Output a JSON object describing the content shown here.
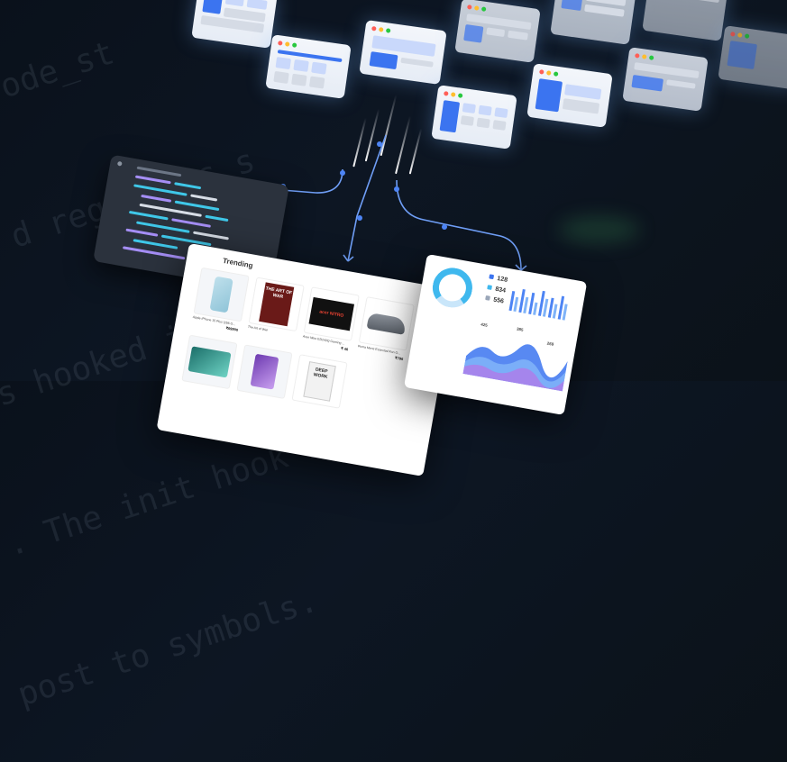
{
  "background_code": {
    "lines": [
      "ode_st",
      "d registers s",
      "s hooked into th",
      ". The init hook is",
      "post to symbols."
    ]
  },
  "trending": {
    "title": "Trending",
    "products": [
      {
        "name": "Apple iPhone 15 Plus (256 G...",
        "price": "₹69900",
        "label": ""
      },
      {
        "name": "The Art of War",
        "price": "",
        "label": "THE ART OF WAR"
      },
      {
        "name": "Acer Nitro ED240Q Gaming ...",
        "price": "₹ 46",
        "label": "acer NITRO"
      },
      {
        "name": "Puma Mens Essential Run O...",
        "price": "₹796",
        "label": ""
      }
    ],
    "bottom_label": "DEEP WORK"
  },
  "dashboard": {
    "stats": [
      {
        "value": "128",
        "color": "#3b74f0"
      },
      {
        "value": "834",
        "color": "#3fb8ee"
      },
      {
        "value": "556",
        "color": "#9aa6b8"
      }
    ],
    "chart_labels": [
      "425",
      "385",
      "269"
    ]
  },
  "colors": {
    "accent": "#3b74f0",
    "connector": "#6f9ef6"
  }
}
